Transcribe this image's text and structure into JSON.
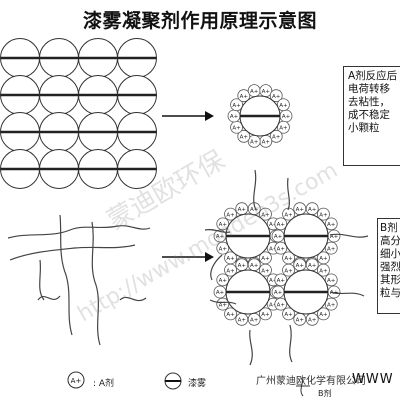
{
  "title": "漆雾凝聚剂作用原理示意图",
  "box_a": {
    "lines": [
      "A剂反应后",
      "电荷转移",
      "去粘性，",
      "成不稳定",
      "小颗粒"
    ]
  },
  "box_b": {
    "lines": [
      "B剂",
      "高分",
      "细小",
      "强烈",
      "其形",
      "粒与"
    ]
  },
  "particle_label": "A+",
  "legend": {
    "a_symbol": "A+",
    "a_label": ": A剂",
    "paint_label": "漆雾",
    "b_label": "B剂"
  },
  "footer": "广州蒙迪欧化学有限公司",
  "www": "WWW",
  "watermark": [
    "蒙迪欧环保",
    "http://www.mondeo3s.com"
  ]
}
